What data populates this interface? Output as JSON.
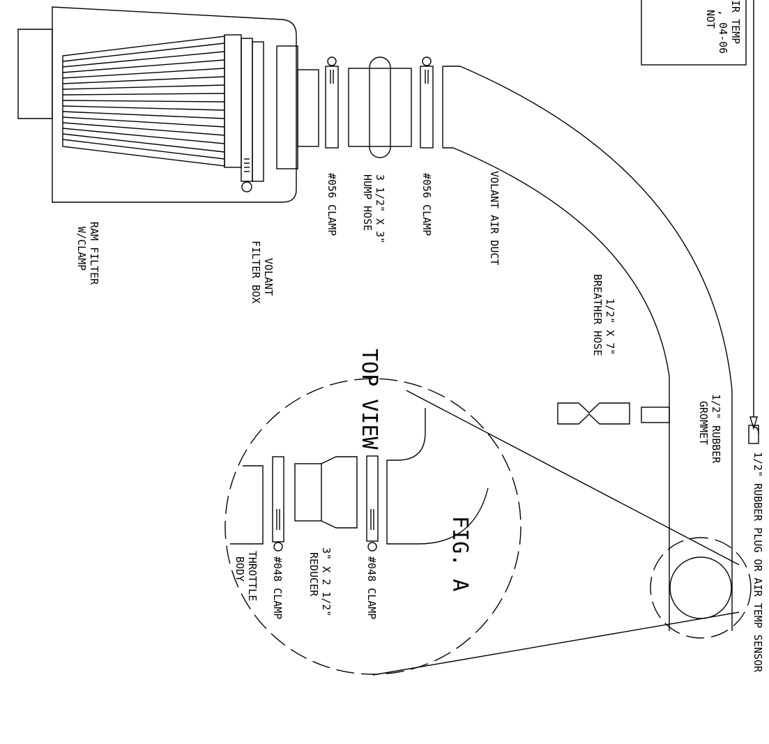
{
  "labels": {
    "ram_filter_1": "RAM FILTER",
    "ram_filter_2": "W/CLAMP",
    "filter_box_1": "VOLANT",
    "filter_box_2": "FILTER BOX",
    "clamp_056_a": "#056 CLAMP",
    "hump_hose_1": "3 1/2\" X 3\"",
    "hump_hose_2": "HUMP HOSE",
    "clamp_056_b": "#056 CLAMP",
    "air_duct": "VOLANT AIR DUCT",
    "breather_1": "1/2\" X 7\"",
    "breather_2": "BREATHER HOSE",
    "grommet_1": "1/2\" RUBBER",
    "grommet_2": "GROMMET",
    "plug_sensor": "1/2\" RUBBER PLUG OR AIR TEMP SENSOR",
    "note_1": "IR TEMP",
    "note_2": ", 04-06",
    "note_3": "NOT",
    "fig_a": "FIG. A",
    "clamp_048_a": "#048 CLAMP",
    "reducer_1": "3\" X 2 1/2\"",
    "reducer_2": "REDUCER",
    "clamp_048_b": "#048 CLAMP",
    "throttle_1": "THROTTLE",
    "throttle_2": "BODY",
    "top_view": "TOP VIEW"
  }
}
